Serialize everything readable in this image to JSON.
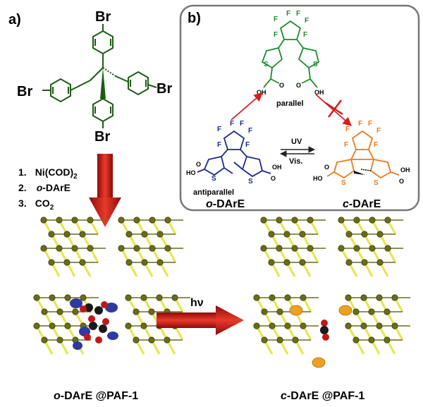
{
  "panels": {
    "a_label": "a)",
    "b_label": "b)"
  },
  "tetraphenylmethane": {
    "br_top": "Br",
    "br_left": "Br",
    "br_right": "Br",
    "br_bottom": "Br"
  },
  "steps": [
    {
      "num": "1.",
      "reagent": "Ni(COD)",
      "sub": "2",
      "italic_prefix": ""
    },
    {
      "num": "2.",
      "reagent": "-DArE",
      "sub": "",
      "italic_prefix": "o"
    },
    {
      "num": "3.",
      "reagent": "CO",
      "sub": "2",
      "italic_prefix": ""
    }
  ],
  "isomers": {
    "parallel_label": "parallel",
    "antiparallel_label": "antiparallel",
    "open_prefix": "o",
    "open_name": "-DArE",
    "closed_prefix": "c",
    "closed_name": "-DArE",
    "uv_label": "UV",
    "vis_label": "Vis."
  },
  "atoms": {
    "F": "F",
    "S": "S",
    "O": "O",
    "OH": "OH",
    "HO": "HO"
  },
  "frameworks": {
    "hv_label": "hν",
    "left_prefix": "o",
    "left_name": "-DArE @PAF-1",
    "right_prefix": "c",
    "right_name": "-DArE @PAF-1"
  },
  "colors": {
    "green": "#1e8a2e",
    "blue": "#1a2a8c",
    "orange": "#f07818",
    "red_arrow": "#d81c1c",
    "framework": "#6b6b1e",
    "framework_light": "#e6e64a",
    "panel_border": "#777777"
  }
}
